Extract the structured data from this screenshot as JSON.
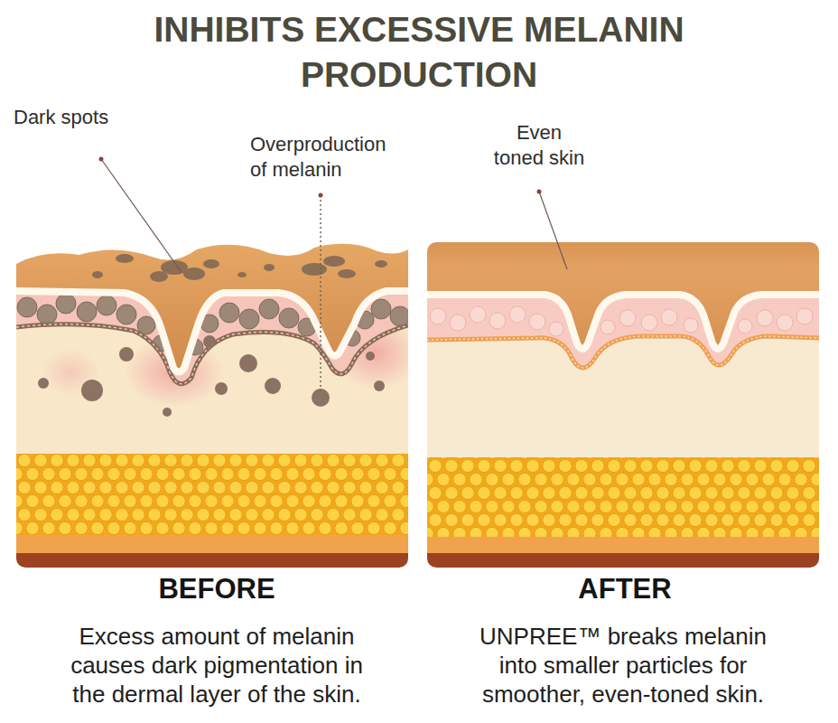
{
  "diagram": {
    "title": "INHIBITS EXCESSIVE MELANIN PRODUCTION",
    "labels": [
      "Dark spots",
      "Overproduction of melanin",
      "Even toned skin",
      "BEFORE",
      "Excess amount of melanin causes dark pigmentation in the dermal layer of the skin.",
      "AFTER",
      "UNPREE™ breaks melanin into smaller particles for smoother, even-toned skin."
    ]
  }
}
